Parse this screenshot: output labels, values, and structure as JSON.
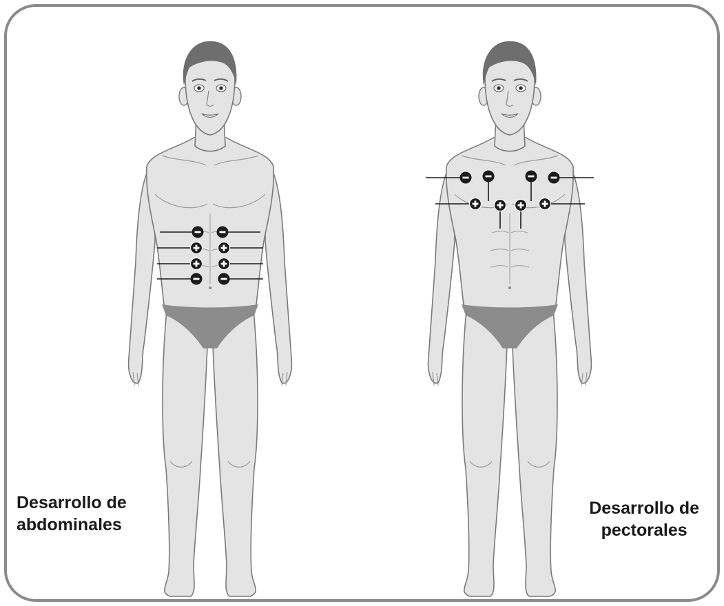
{
  "figures": [
    {
      "id": "abdominales",
      "caption_line1": "Desarrollo de",
      "caption_line2": "abdominales",
      "electrodes": [
        {
          "sign": "negative"
        },
        {
          "sign": "negative"
        },
        {
          "sign": "positive"
        },
        {
          "sign": "positive"
        },
        {
          "sign": "positive"
        },
        {
          "sign": "positive"
        },
        {
          "sign": "negative"
        },
        {
          "sign": "negative"
        }
      ]
    },
    {
      "id": "pectorales",
      "caption_line1": "Desarrollo de",
      "caption_line2": "pectorales",
      "electrodes": [
        {
          "sign": "negative"
        },
        {
          "sign": "negative"
        },
        {
          "sign": "negative"
        },
        {
          "sign": "negative"
        },
        {
          "sign": "positive"
        },
        {
          "sign": "positive"
        },
        {
          "sign": "positive"
        },
        {
          "sign": "positive"
        }
      ]
    }
  ],
  "colors": {
    "frame": "#8a8a8a",
    "body_fill": "#e4e4e4",
    "body_outline": "#7a7a7a",
    "hair": "#6e6e6e",
    "underwear": "#8c8c8c",
    "electrode": "#1a1a1a",
    "caption": "#1a1a1a"
  }
}
